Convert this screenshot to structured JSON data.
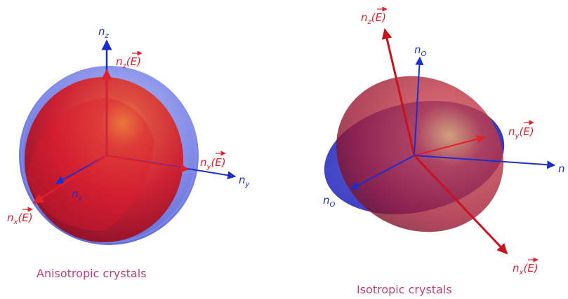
{
  "colors": {
    "red_axis": "#e0202a",
    "blue_axis": "#1a2fd0",
    "caption": "#c0407a",
    "red_fill": "#d81a2a",
    "blue_fill": "#5560d8"
  },
  "left_diagram": {
    "caption": "Anisotropic crystals",
    "label_nz": "n",
    "label_nz_sub": "z",
    "label_ny": "n",
    "label_ny_sub": "y",
    "label_nx": "n",
    "label_nx_sub": "x",
    "label_nzE": "n",
    "label_nzE_sub": "z",
    "label_nzE_arg": "(E)",
    "label_nyE": "n",
    "label_nyE_sub": "y",
    "label_nyE_arg": "(E)",
    "label_nxE": "n",
    "label_nxE_sub": "x",
    "label_nxE_arg": "(E)"
  },
  "right_diagram": {
    "caption": "Isotropic crystals",
    "label_nzE": "n",
    "label_nzE_sub": "z",
    "label_nzE_arg": "(E)",
    "label_nyE": "n",
    "label_nyE_sub": "y",
    "label_nyE_arg": "(E)",
    "label_nxE": "n",
    "label_nxE_sub": "x",
    "label_nxE_arg": "(E)",
    "label_no_top": "n",
    "label_no_top_sub": "O",
    "label_no_left": "n",
    "label_no_left_sub": "O",
    "label_cut": "n"
  }
}
